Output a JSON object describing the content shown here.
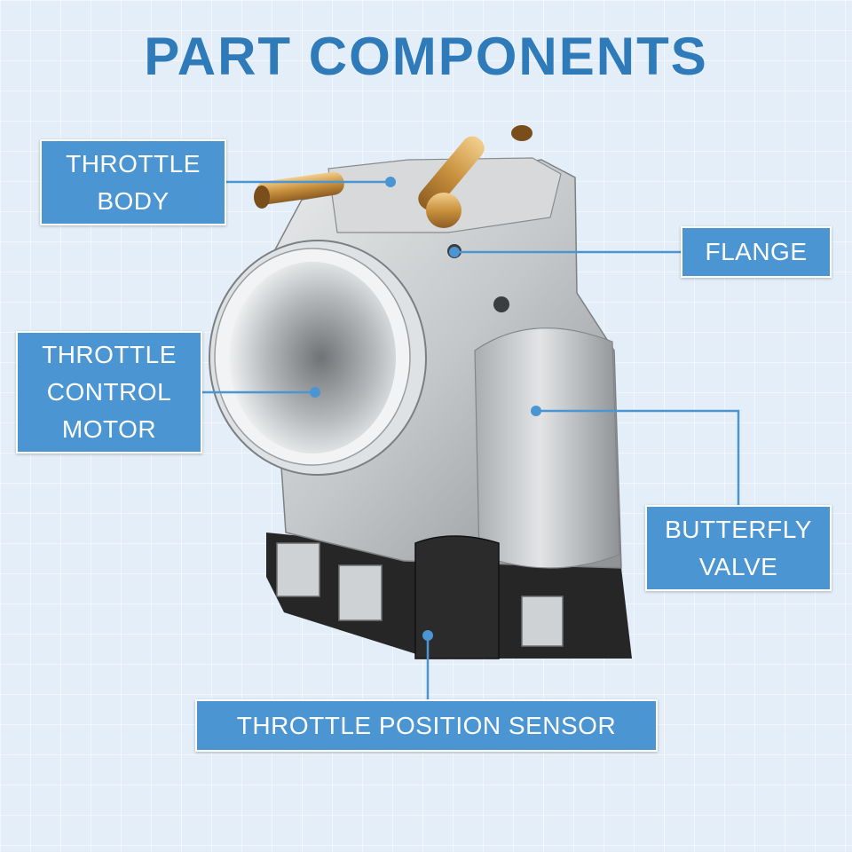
{
  "title": "PART COMPONENTS",
  "colors": {
    "title": "#2f7ab8",
    "label_bg": "#4a95d2",
    "label_text": "#ffffff",
    "leader": "#4a95d2"
  },
  "labels": {
    "throttle_body": "THROTTLE\nBODY",
    "flange": "FLANGE",
    "throttle_control_motor": "THROTTLE\nCONTROL\nMOTOR",
    "butterfly_valve": "BUTTERFLY\nVALVE",
    "throttle_position_sensor": "THROTTLE POSITION SENSOR"
  }
}
